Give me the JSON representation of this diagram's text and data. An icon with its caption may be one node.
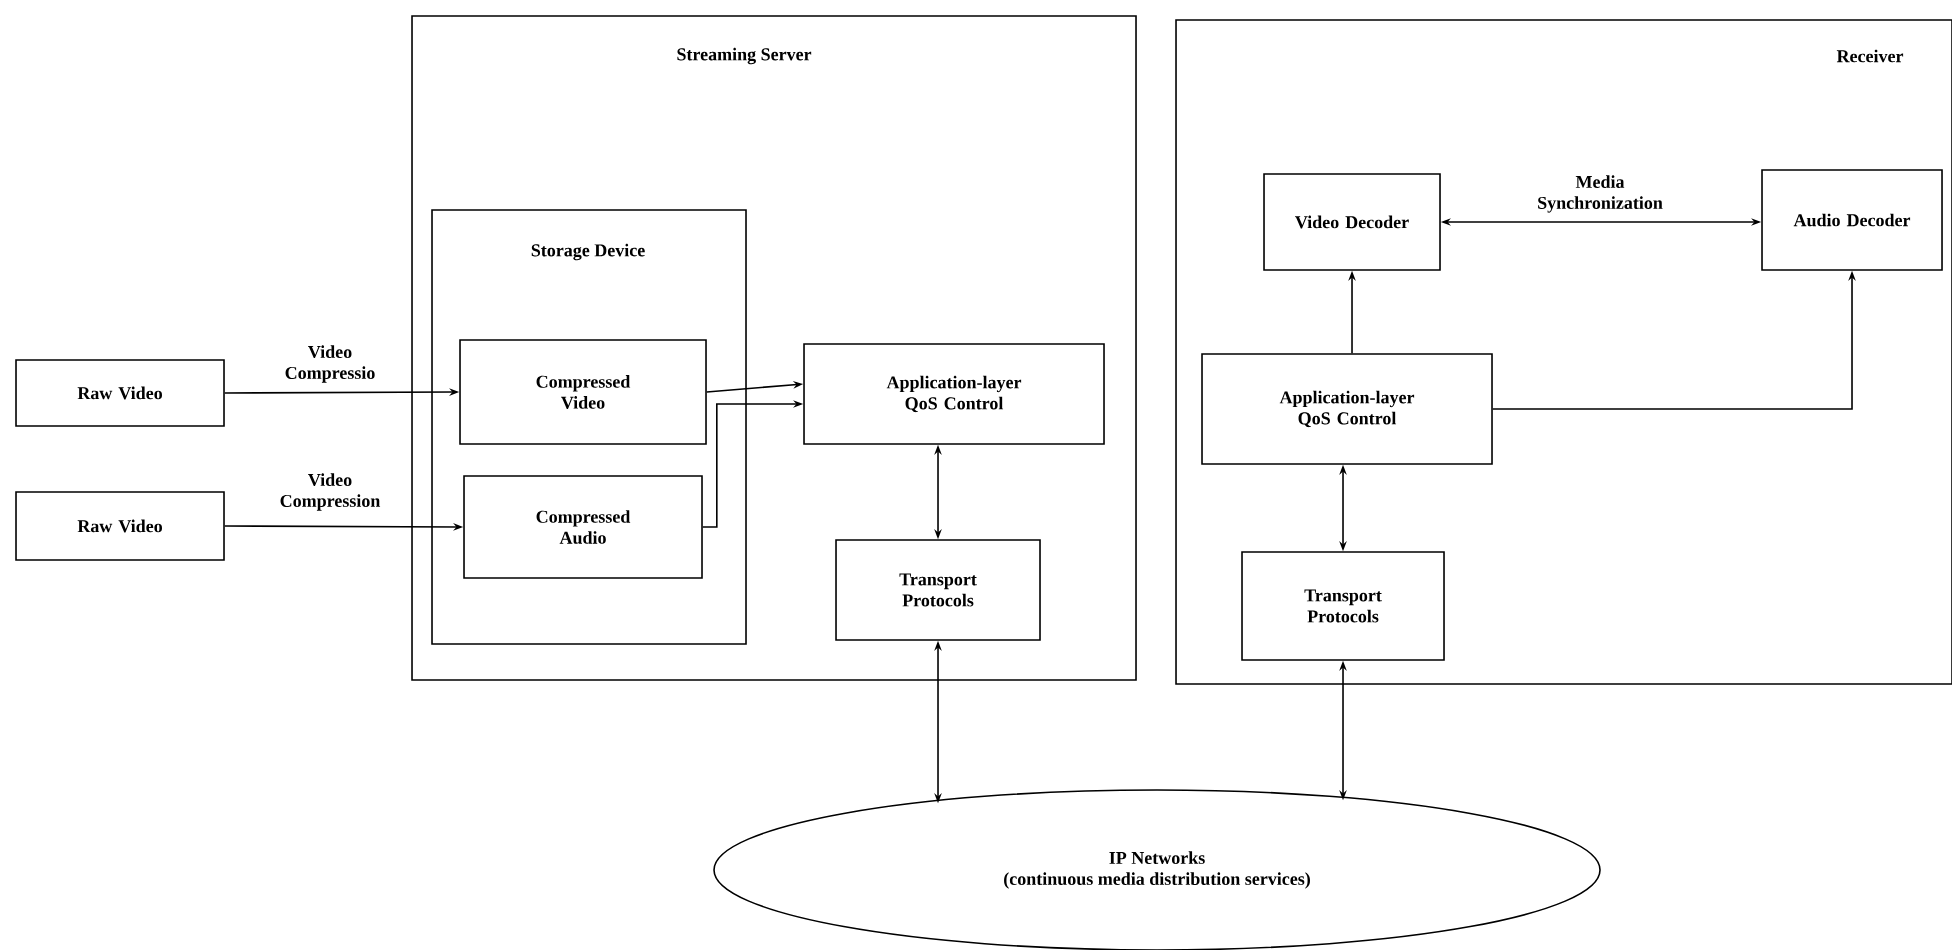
{
  "diagram": {
    "nodes": [
      {
        "text": [
          "Streaming Server"
        ]
      },
      {
        "text": [
          "Storage Device"
        ],
        "in": 0
      },
      {
        "text": [
          "Raw Video"
        ]
      },
      {
        "text": [
          "Raw Video"
        ]
      },
      {
        "text": [
          "Compressed Video"
        ],
        "in": 1
      },
      {
        "text": [
          "Compressed Audio"
        ],
        "in": 1
      },
      {
        "text": [
          "Application-layer QoS Control"
        ],
        "in": 0
      },
      {
        "text": [
          "Transport Protocols"
        ],
        "in": 0
      },
      {
        "text": [
          "Receiver"
        ]
      },
      {
        "text": [
          "Video Decoder"
        ],
        "in": 8
      },
      {
        "text": [
          "Audio Decoder"
        ],
        "in": 8
      },
      {
        "text": [
          "Application-layer QoS Control"
        ],
        "in": 8
      },
      {
        "text": [
          "Transport Protocols"
        ],
        "in": 8
      },
      {
        "text": [
          "IP Networks",
          "(continuous media distribution services)"
        ]
      }
    ],
    "edges": [
      {
        "from": 2,
        "to": 4,
        "arrow": "to",
        "label": "Video Compressio"
      },
      {
        "from": 3,
        "to": 5,
        "arrow": "to",
        "label": "Video Compression"
      },
      {
        "from": 4,
        "to": 6,
        "arrow": "to"
      },
      {
        "from": 5,
        "to": 6,
        "arrow": "to"
      },
      {
        "from": 6,
        "to": 7,
        "arrow": "both"
      },
      {
        "from": 7,
        "to": 13,
        "arrow": "both"
      },
      {
        "from": 12,
        "to": 13,
        "arrow": "both"
      },
      {
        "from": 11,
        "to": 12,
        "arrow": "both"
      },
      {
        "from": 11,
        "to": 9,
        "arrow": "to"
      },
      {
        "from": 11,
        "to": 10,
        "arrow": "to"
      },
      {
        "from": 9,
        "to": 10,
        "arrow": "both",
        "label": "Media Synchronization"
      }
    ]
  }
}
